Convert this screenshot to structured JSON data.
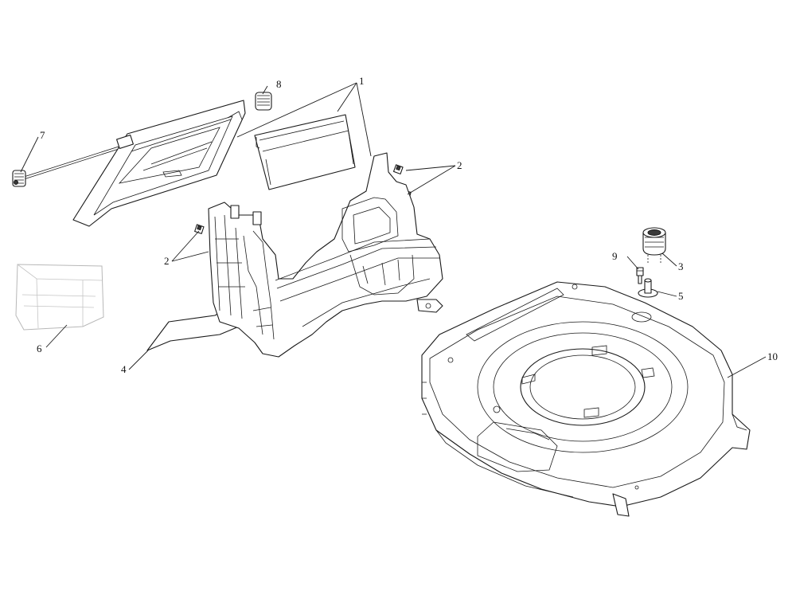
{
  "diagram": {
    "callouts": [
      {
        "id": "part-1-label",
        "text": "1"
      },
      {
        "id": "part-2a-label",
        "text": "2"
      },
      {
        "id": "part-2b-label",
        "text": "2"
      },
      {
        "id": "part-3-label",
        "text": "3"
      },
      {
        "id": "part-4-label",
        "text": "4"
      },
      {
        "id": "part-5-label",
        "text": "5"
      },
      {
        "id": "part-6-label",
        "text": "6"
      },
      {
        "id": "part-7-label",
        "text": "7"
      },
      {
        "id": "part-8-label",
        "text": "8"
      },
      {
        "id": "part-9-label",
        "text": "9"
      },
      {
        "id": "part-10-label",
        "text": "10"
      }
    ],
    "colors": {
      "line": "#1a1a1a",
      "ghost": "#b8b8b8",
      "background": "#ffffff"
    }
  }
}
